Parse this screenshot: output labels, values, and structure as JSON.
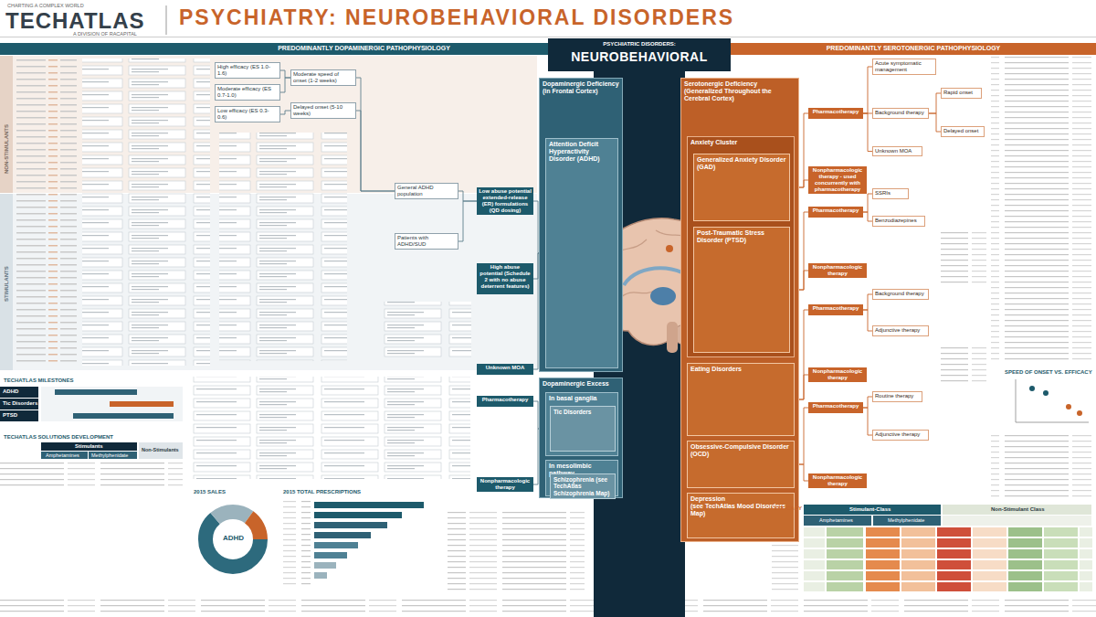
{
  "diagram": {
    "title": "PSYCHIATRY: NEUROBEHAVIORAL DISORDERS",
    "nodes": [
      {
        "text": [
          "PREDOMINANTLY DOPAMINERGIC PATHOPHYSIOLOGY"
        ]
      },
      {
        "text": [
          "PSYCHIATRIC DISORDERS:",
          "NEUROBEHAVIORAL"
        ]
      },
      {
        "text": [
          "PREDOMINANTLY SEROTONERGIC PATHOPHYSIOLOGY"
        ]
      },
      {
        "text": [
          "Dopaminergic Deficiency (in Frontal Cortex)"
        ]
      },
      {
        "text": [
          "Attention Deficit Hyperactivity Disorder (ADHD)"
        ],
        "in": 3
      },
      {
        "text": [
          "Dopaminergic Excess"
        ]
      },
      {
        "text": [
          "In basal ganglia"
        ],
        "in": 5
      },
      {
        "text": [
          "Tic Disorders"
        ],
        "in": 6
      },
      {
        "text": [
          "In mesolimbic pathway"
        ],
        "in": 5
      },
      {
        "text": [
          "Schizophrenia (see TechAtlas Schizophrenia Map)"
        ],
        "in": 8
      },
      {
        "text": [
          "Serotonergic Deficiency (Generalized Throughout the Cerebral Cortex)"
        ]
      },
      {
        "text": [
          "Anxiety Cluster"
        ],
        "in": 10
      },
      {
        "text": [
          "Generalized Anxiety Disorder (GAD)"
        ],
        "in": 11
      },
      {
        "text": [
          "Post-Traumatic Stress Disorder (PTSD)"
        ],
        "in": 11
      },
      {
        "text": [
          "Eating Disorders"
        ],
        "in": 10
      },
      {
        "text": [
          "Obsessive-Compulsive Disorder (OCD)"
        ],
        "in": 10
      },
      {
        "text": [
          "Depression",
          "(see TechAtlas Mood Disorders Map)"
        ],
        "in": 10
      },
      {
        "text": [
          "Low abuse potential extended-release (ER) formulations (QD dosing)"
        ]
      },
      {
        "text": [
          "High abuse potential (Schedule 2 with no abuse deterrent features)"
        ]
      },
      {
        "text": [
          "Unknown MOA"
        ]
      },
      {
        "text": [
          "Pharmacotherapy"
        ]
      },
      {
        "text": [
          "Nonpharmacologic therapy"
        ]
      },
      {
        "text": [
          "General ADHD population"
        ]
      },
      {
        "text": [
          "Patients with ADHD/SUD"
        ]
      },
      {
        "text": [
          "High efficacy (ES 1.0-1.6)"
        ]
      },
      {
        "text": [
          "Moderate efficacy (ES 0.7-1.0)"
        ]
      },
      {
        "text": [
          "Moderate speed of onset (1-2 weeks)"
        ]
      },
      {
        "text": [
          "Delayed onset (5-10 weeks)"
        ]
      },
      {
        "text": [
          "Low efficacy (ES 0.3-0.6)"
        ]
      },
      {
        "text": [
          "Pharmacotherapy"
        ]
      },
      {
        "text": [
          "Unknown MOA"
        ]
      },
      {
        "text": [
          "Nonpharmacologic therapy - used concurrently with pharmacotherapy"
        ]
      },
      {
        "text": [
          "Pharmacotherapy"
        ]
      },
      {
        "text": [
          "Nonpharmacologic therapy"
        ]
      },
      {
        "text": [
          "Pharmacotherapy"
        ]
      },
      {
        "text": [
          "Nonpharmacologic therapy"
        ]
      },
      {
        "text": [
          "Pharmacotherapy"
        ]
      },
      {
        "text": [
          "Nonpharmacologic therapy"
        ]
      },
      {
        "text": [
          "Acute symptomatic management"
        ]
      },
      {
        "text": [
          "Background therapy"
        ]
      },
      {
        "text": [
          "Rapid onset"
        ]
      },
      {
        "text": [
          "Delayed onset"
        ]
      },
      {
        "text": [
          "SSRIs"
        ]
      },
      {
        "text": [
          "Benzodiazepines"
        ]
      },
      {
        "text": [
          "Background therapy"
        ]
      },
      {
        "text": [
          "Adjunctive therapy"
        ]
      },
      {
        "text": [
          "Routine therapy"
        ]
      },
      {
        "text": [
          "Adjunctive therapy"
        ]
      }
    ],
    "edges": [
      {
        "from": 4,
        "to": 17,
        "arrow": "none"
      },
      {
        "from": 4,
        "to": 18,
        "arrow": "none"
      },
      {
        "from": 4,
        "to": 19,
        "arrow": "none"
      },
      {
        "from": 7,
        "to": 20,
        "arrow": "none"
      },
      {
        "from": 7,
        "to": 21,
        "arrow": "none"
      },
      {
        "from": 17,
        "to": 22,
        "arrow": "none"
      },
      {
        "from": 17,
        "to": 23,
        "arrow": "none"
      },
      {
        "from": 22,
        "to": 26,
        "arrow": "none"
      },
      {
        "from": 22,
        "to": 27,
        "arrow": "none"
      },
      {
        "from": 26,
        "to": 24,
        "arrow": "none"
      },
      {
        "from": 26,
        "to": 25,
        "arrow": "none"
      },
      {
        "from": 27,
        "to": 28,
        "arrow": "none"
      },
      {
        "from": 12,
        "to": 29,
        "arrow": "none"
      },
      {
        "from": 12,
        "to": 31,
        "arrow": "none"
      },
      {
        "from": 13,
        "to": 32,
        "arrow": "none"
      },
      {
        "from": 13,
        "to": 33,
        "arrow": "none"
      },
      {
        "from": 14,
        "to": 34,
        "arrow": "none"
      },
      {
        "from": 14,
        "to": 35,
        "arrow": "none"
      },
      {
        "from": 15,
        "to": 36,
        "arrow": "none"
      },
      {
        "from": 15,
        "to": 37,
        "arrow": "none"
      },
      {
        "from": 29,
        "to": 38,
        "arrow": "none"
      },
      {
        "from": 29,
        "to": 39,
        "arrow": "none"
      },
      {
        "from": 29,
        "to": 30,
        "arrow": "none"
      },
      {
        "from": 39,
        "to": 40,
        "arrow": "none"
      },
      {
        "from": 39,
        "to": 41,
        "arrow": "none"
      },
      {
        "from": 32,
        "to": 42,
        "arrow": "none"
      },
      {
        "from": 32,
        "to": 43,
        "arrow": "none"
      },
      {
        "from": 34,
        "to": 44,
        "arrow": "none"
      },
      {
        "from": 34,
        "to": 45,
        "arrow": "none"
      },
      {
        "from": 36,
        "to": 46,
        "arrow": "none"
      },
      {
        "from": 36,
        "to": 47,
        "arrow": "none"
      }
    ],
    "labels": [
      "CHARTING A COMPLEX WORLD",
      "TECHATLAS",
      "A DIVISION OF RACAPITAL",
      "NON-STIMULANTS",
      "STIMULANTS",
      "TECHATLAS MILESTONES",
      "ADHD",
      "Tic Disorders",
      "PTSD",
      "TECHATLAS SOLUTIONS DEVELOPMENT",
      "Stimulants",
      "Amphetamines",
      "Methylphenidate",
      "Non-Stimulants",
      "2015 SALES",
      "ADHD",
      "2015 TOTAL PRESCRIPTIONS",
      "EFFICACY",
      "Stimulant-Class",
      "Non-Stimulant Class",
      "Amphetamines",
      "Methylphenidate",
      "SPEED OF ONSET VS. EFFICACY"
    ]
  }
}
